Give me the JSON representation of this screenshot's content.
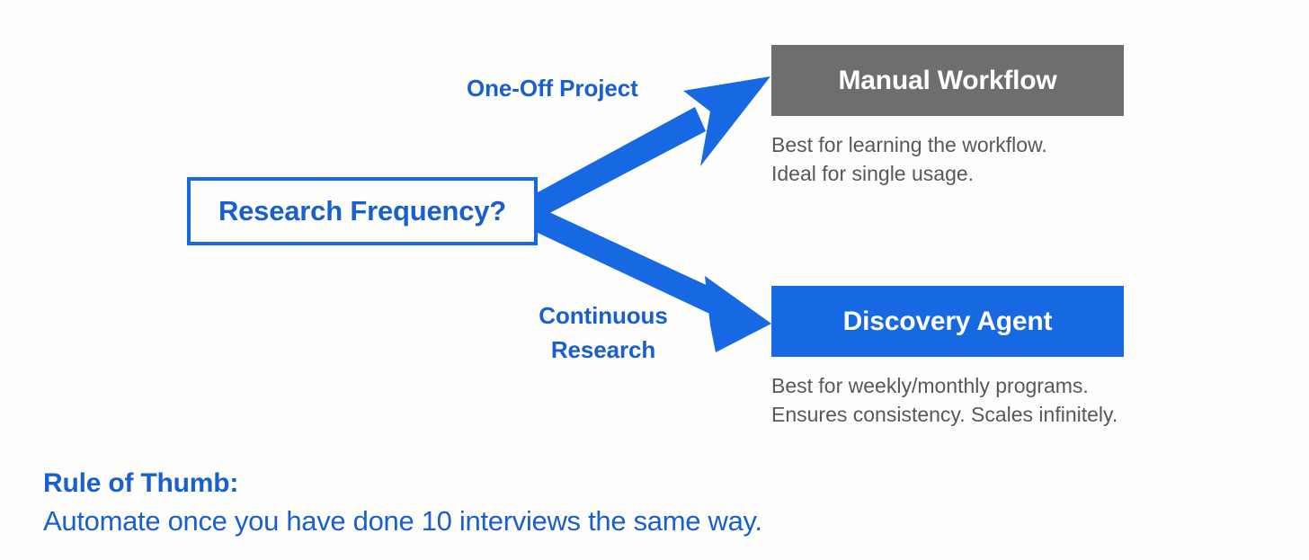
{
  "canvas": {
    "background_color": "#fdfdfc",
    "accent_blue": "#1668e3",
    "text_blue": "#1a5fd0",
    "manual_grey": "#6e6e6e",
    "description_grey": "#585858"
  },
  "decision": {
    "label": "Research Frequency?"
  },
  "edges": [
    {
      "id": "one-off",
      "label": "One-Off Project"
    },
    {
      "id": "continuous",
      "label": "Continuous\nResearch"
    }
  ],
  "outcomes": [
    {
      "id": "manual-workflow",
      "title": "Manual Workflow",
      "description": "Best for learning the workflow.\nIdeal for single usage.",
      "header_color": "#6e6e6e"
    },
    {
      "id": "discovery-agent",
      "title": "Discovery Agent",
      "description": "Best for weekly/monthly programs.\nEnsures consistency. Scales infinitely.",
      "header_color": "#1668e3"
    }
  ],
  "footer": {
    "heading": "Rule of Thumb:",
    "text": "Automate once you have done 10 interviews the same way."
  }
}
